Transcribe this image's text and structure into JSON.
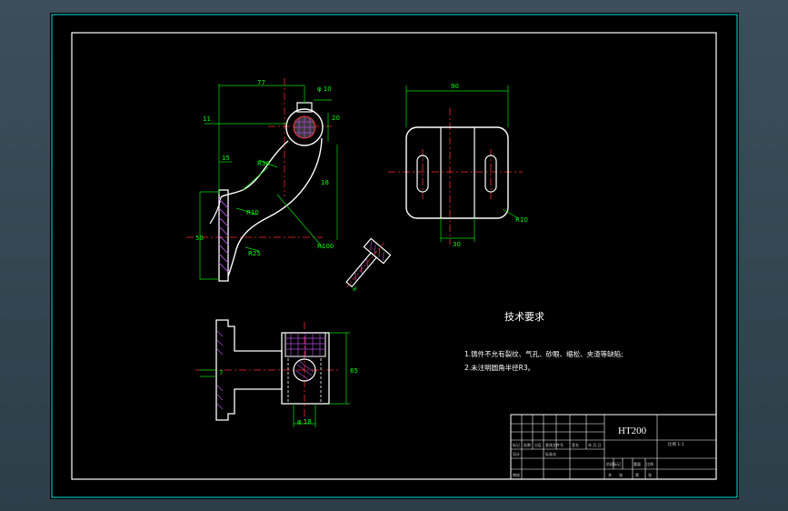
{
  "drawing": {
    "material": "HT200",
    "tech_title": "技术要求",
    "tech_notes": [
      "1.铸件不允有裂纹、气孔、砂眼、缩松、夹渣等缺陷;",
      "2.未注明圆角半径R3。"
    ],
    "dims": {
      "d77": "77",
      "d10": "φ 10",
      "d11": "11",
      "d20": "20",
      "d15": "15",
      "r30": "R30",
      "r10": "R10",
      "r25": "R25",
      "d50": "50",
      "r100": "R100",
      "d18": "18",
      "d90": "90",
      "d30": "30",
      "r10b": "R10",
      "d65": "65",
      "d7": "7",
      "dphi18": "φ 18",
      "d8": "8"
    },
    "title_block": {
      "scale_text": "比例  1:1",
      "row_labels": [
        "标记",
        "处数",
        "分区",
        "更改文件号",
        "签名",
        "年.月.日"
      ],
      "design_label": "设计",
      "std_label": "标准化",
      "stage_label": "阶段标记",
      "weight_label": "重量",
      "ratio_label": "比例",
      "review_label": "审核",
      "sheet_labels": [
        "共",
        "张",
        "第",
        "张"
      ]
    }
  }
}
